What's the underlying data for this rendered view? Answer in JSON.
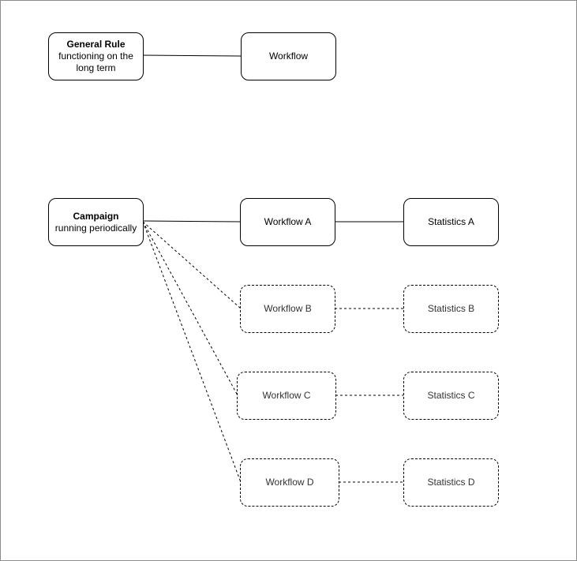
{
  "diagram": {
    "nodes": {
      "general_rule": {
        "title": "General Rule",
        "subtitle_line1": "functioning on the",
        "subtitle_line2": "long term"
      },
      "workflow": {
        "label": "Workflow"
      },
      "campaign": {
        "title": "Campaign",
        "subtitle": "running periodically"
      },
      "workflow_a": {
        "label": "Workflow A"
      },
      "statistics_a": {
        "label": "Statistics A"
      },
      "workflow_b": {
        "label": "Workflow B"
      },
      "statistics_b": {
        "label": "Statistics B"
      },
      "workflow_c": {
        "label": "Workflow C"
      },
      "statistics_c": {
        "label": "Statistics C"
      },
      "workflow_d": {
        "label": "Workflow D"
      },
      "statistics_d": {
        "label": "Statistics D"
      }
    },
    "edges": [
      {
        "from": "general_rule",
        "to": "workflow",
        "style": "solid"
      },
      {
        "from": "campaign",
        "to": "workflow_a",
        "style": "solid"
      },
      {
        "from": "workflow_a",
        "to": "statistics_a",
        "style": "solid"
      },
      {
        "from": "campaign",
        "to": "workflow_b",
        "style": "dashed"
      },
      {
        "from": "campaign",
        "to": "workflow_c",
        "style": "dashed"
      },
      {
        "from": "campaign",
        "to": "workflow_d",
        "style": "dashed"
      },
      {
        "from": "workflow_b",
        "to": "statistics_b",
        "style": "dashed"
      },
      {
        "from": "workflow_c",
        "to": "statistics_c",
        "style": "dashed"
      },
      {
        "from": "workflow_d",
        "to": "statistics_d",
        "style": "dashed"
      }
    ],
    "colors": {
      "stroke": "#000000",
      "dashed_text": "#333333",
      "frame": "#8c8c8c"
    }
  }
}
